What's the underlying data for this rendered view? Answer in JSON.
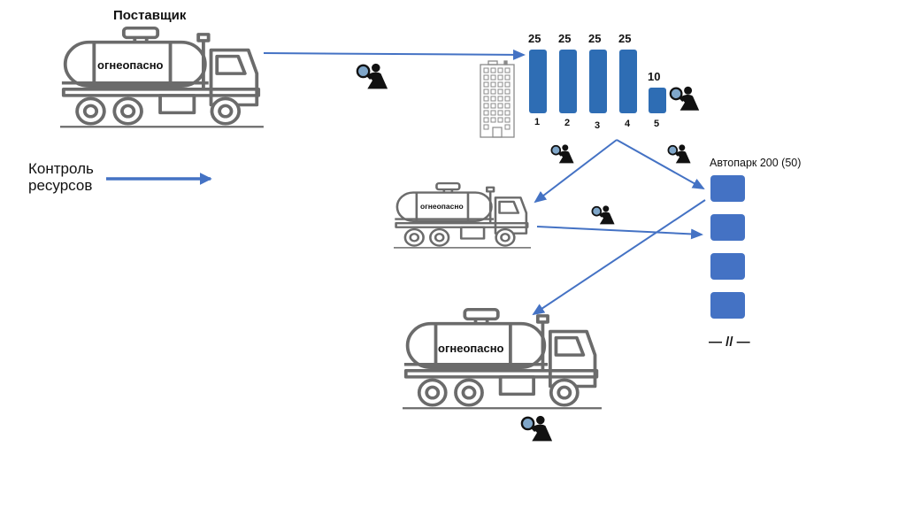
{
  "supplier": {
    "label": "Поставщик",
    "tank_label": "огнеопасно"
  },
  "resource_control": {
    "line1": "Контроль",
    "line2": "ресурсов"
  },
  "storage": {
    "bars": [
      {
        "index": "1",
        "value": "25",
        "amount": 25
      },
      {
        "index": "2",
        "value": "25",
        "amount": 25
      },
      {
        "index": "3",
        "value": "25",
        "amount": 25
      },
      {
        "index": "4",
        "value": "25",
        "amount": 25
      },
      {
        "index": "5",
        "value": "10",
        "amount": 10
      }
    ],
    "color": "#2E6DB4"
  },
  "fleet": {
    "title": "Автопарк 200 (50)",
    "slots": 4,
    "continuation": "— // —",
    "color": "#4472C4"
  },
  "middle_truck": {
    "tank_label": "огнеопасно"
  },
  "bottom_truck": {
    "tank_label": "огнеопасно"
  },
  "colors": {
    "arrow": "#4472C4",
    "truck_stroke": "#6b6b6b"
  }
}
